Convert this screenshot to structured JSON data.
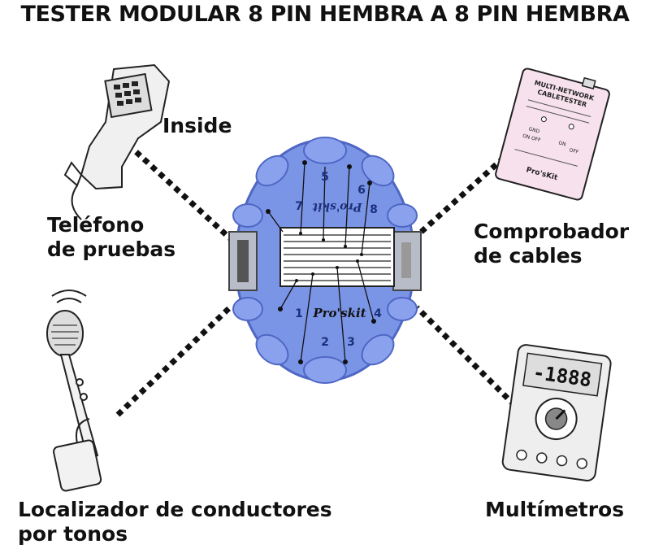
{
  "title": "TESTER MODULAR 8 PIN HEMBRA A 8 PIN HEMBRA",
  "labels": {
    "inside": "Inside",
    "phone_line1": "Teléfono",
    "phone_line2": "de pruebas",
    "cable_line1": "Comprobador",
    "cable_line2": "de cables",
    "tone_line1": "Localizador de conductores",
    "tone_line2": "por tonos",
    "multimeter": "Multímetros"
  },
  "device": {
    "brand": "Pro'skit",
    "numbers": [
      "5",
      "6",
      "7",
      "8",
      "1",
      "2",
      "3",
      "4"
    ]
  },
  "cable_tester": {
    "title_line1": "MULTI-NETWORK",
    "title_line2": "CABLETESTER",
    "gnd": "GND",
    "on_off": "ON OFF",
    "on": "ON",
    "off": "OFF",
    "brand": "Pro'sKit"
  },
  "multimeter_display": "-1888",
  "colors": {
    "device_blue": "#7b95e6",
    "device_dark": "#4f67c4",
    "connector_gray": "#b7bcc8",
    "tester_pink": "#f7e1ec",
    "ink": "#111111"
  }
}
